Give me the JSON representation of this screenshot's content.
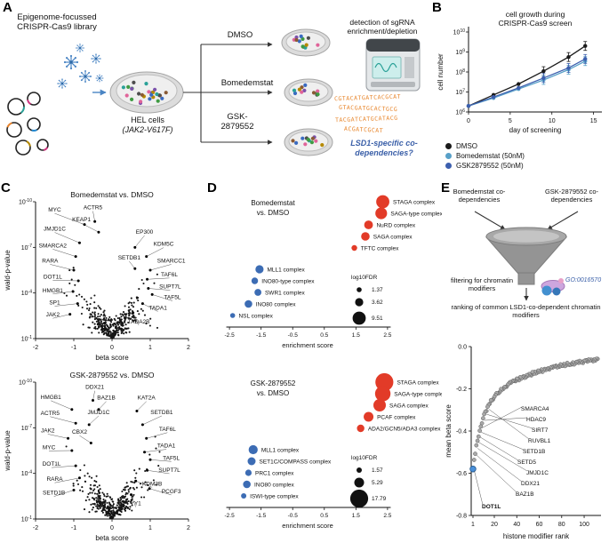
{
  "panels": {
    "a": "A",
    "b": "B",
    "c": "C",
    "d": "D",
    "e": "E"
  },
  "colors": {
    "virus": "#4a85c4",
    "sequence_text": "#e8872e",
    "lsd1_text": "#3a5fa8",
    "dot_positive": "#e23b28",
    "dot_negative": "#3c6cb4",
    "rank_highlight": "#4a90d9",
    "cell_palette": [
      "#3f9b42",
      "#3a6bc1",
      "#e0649a",
      "#8a5a34",
      "#2aa198",
      "#4d4d4d",
      "#b58900",
      "#7b52ab"
    ]
  },
  "panel_a": {
    "library_label": "Epigenome-focussed CRISPR-Cas9 library",
    "cells_name": "HEL cells",
    "cells_genotype": "(JAK2-V617F)",
    "arm_dmso": "DMSO",
    "arm_bomedemstat": "Bomedemstat",
    "arm_gsk_line1": "GSK-",
    "arm_gsk_line2": "2879552",
    "detection_label": "detection of sgRNA enrichment/depletion",
    "sequence_lines": [
      "CGTACATGATCACGCAT",
      "GTACGATGCACTGCG",
      "TACGATCATGCATACG",
      "ACGATCGCAT"
    ],
    "question_label": "LSD1-specific co-dependencies?"
  },
  "panel_e": {
    "bom_codep": "Bomedemstat co-dependencies",
    "gsk_codep": "GSK-2879552 co-dependencies",
    "filtering_label": "filtering for chromatin modifiers",
    "go_term": "GO:0016570",
    "ranking_label": "ranking of common LSD1-co-dependent chromatin modifiers"
  },
  "chart_data": [
    {
      "id": "growth",
      "type": "line",
      "title_line1": "cell growth during",
      "title_line2": "CRISPR-Cas9 screen",
      "xlabel": "day of screening",
      "ylabel": "cell number",
      "x_ticks": [
        0,
        5,
        10,
        15
      ],
      "xlim": [
        0,
        16
      ],
      "y_exp_ticks": [
        6,
        7,
        8,
        9,
        10
      ],
      "days": [
        0,
        3,
        6,
        9,
        12,
        14
      ],
      "series": [
        {
          "name": "DMSO",
          "color": "#1a1a1a",
          "values": [
            2000000,
            7100000,
            25000000,
            110000000,
            560000000,
            2000000000
          ]
        },
        {
          "name": "Bomedemstat (50nM)",
          "color": "#58a0c8",
          "values": [
            2000000,
            5000000,
            14000000,
            40000000,
            130000000,
            350000000
          ]
        },
        {
          "name": "GSK2879552 (50nM)",
          "color": "#3c5fae",
          "values": [
            2000000,
            5600000,
            16000000,
            50000000,
            160000000,
            450000000
          ]
        }
      ]
    },
    {
      "id": "volcano_bom",
      "type": "scatter",
      "subtype": "volcano",
      "title": "Bomedemstat vs. DMSO",
      "xlabel": "beta score",
      "ylabel": "wald-p-value",
      "xlim": [
        -2,
        2
      ],
      "x_ticks": [
        -2,
        -1,
        0,
        1,
        2
      ],
      "y_exp_ticks": [
        10,
        7,
        4,
        1
      ],
      "cloud": {
        "n": 330,
        "seed": 7
      },
      "genes": [
        {
          "name": "MYC",
          "point": [
            -0.72,
            8.5
          ],
          "label": [
            -1.5,
            9.35
          ]
        },
        {
          "name": "ACTR5",
          "point": [
            -0.45,
            8.7
          ],
          "label": [
            -0.5,
            9.5
          ]
        },
        {
          "name": "KEAP1",
          "point": [
            -0.35,
            8.0
          ],
          "label": [
            -0.8,
            8.7
          ]
        },
        {
          "name": "JMJD1C",
          "point": [
            -0.85,
            7.3
          ],
          "label": [
            -1.5,
            8.1
          ]
        },
        {
          "name": "SMARCA2",
          "point": [
            -0.95,
            6.4
          ],
          "label": [
            -1.55,
            7.0
          ]
        },
        {
          "name": "EP300",
          "point": [
            0.6,
            7.0
          ],
          "label": [
            0.85,
            7.9
          ]
        },
        {
          "name": "KDM5C",
          "point": [
            0.9,
            6.4
          ],
          "label": [
            1.35,
            7.1
          ]
        },
        {
          "name": "RARA",
          "point": [
            -1.0,
            5.5
          ],
          "label": [
            -1.62,
            6.0
          ]
        },
        {
          "name": "SETDB1",
          "point": [
            0.6,
            5.6
          ],
          "label": [
            0.45,
            6.2
          ]
        },
        {
          "name": "SMARCC1",
          "point": [
            1.0,
            5.5
          ],
          "label": [
            1.55,
            6.0
          ]
        },
        {
          "name": "DOT1L",
          "point": [
            -0.88,
            4.8
          ],
          "label": [
            -1.55,
            4.95
          ]
        },
        {
          "name": "TAF6L",
          "point": [
            0.92,
            4.9
          ],
          "label": [
            1.5,
            5.1
          ]
        },
        {
          "name": "HMGB1",
          "point": [
            -1.02,
            4.1
          ],
          "label": [
            -1.55,
            4.05
          ]
        },
        {
          "name": "SUPT7L",
          "point": [
            0.95,
            4.3
          ],
          "label": [
            1.52,
            4.3
          ]
        },
        {
          "name": "SP1",
          "point": [
            -0.9,
            3.3
          ],
          "label": [
            -1.5,
            3.25
          ]
        },
        {
          "name": "TAF5L",
          "point": [
            1.05,
            3.9
          ],
          "label": [
            1.58,
            3.6
          ]
        },
        {
          "name": "JAK2",
          "point": [
            -1.1,
            2.6
          ],
          "label": [
            -1.55,
            2.45
          ]
        },
        {
          "name": "TADA1",
          "point": [
            0.8,
            3.3
          ],
          "label": [
            1.2,
            2.9
          ]
        },
        {
          "name": "TADA2B",
          "point": [
            0.55,
            2.7
          ],
          "label": [
            0.7,
            2.0
          ]
        }
      ]
    },
    {
      "id": "volcano_gsk",
      "type": "scatter",
      "subtype": "volcano",
      "title": "GSK-2879552 vs. DMSO",
      "xlabel": "beta score",
      "ylabel": "wald-p-value",
      "xlim": [
        -2,
        2
      ],
      "x_ticks": [
        -2,
        -1,
        0,
        1,
        2
      ],
      "y_exp_ticks": [
        10,
        7,
        4,
        1
      ],
      "cloud": {
        "n": 330,
        "seed": 11
      },
      "genes": [
        {
          "name": "DDX21",
          "point": [
            -0.5,
            8.8
          ],
          "label": [
            -0.45,
            9.55
          ]
        },
        {
          "name": "BAZ1B",
          "point": [
            -0.35,
            8.2
          ],
          "label": [
            -0.15,
            8.85
          ]
        },
        {
          "name": "HMGB1",
          "point": [
            -1.05,
            8.2
          ],
          "label": [
            -1.6,
            8.9
          ]
        },
        {
          "name": "KAT2A",
          "point": [
            0.65,
            8.1
          ],
          "label": [
            0.9,
            8.85
          ]
        },
        {
          "name": "ACTR5",
          "point": [
            -0.95,
            7.3
          ],
          "label": [
            -1.62,
            7.85
          ]
        },
        {
          "name": "JMJD1C",
          "point": [
            -0.6,
            7.2
          ],
          "label": [
            -0.35,
            7.9
          ]
        },
        {
          "name": "SETDB1",
          "point": [
            0.8,
            7.2
          ],
          "label": [
            1.3,
            7.9
          ]
        },
        {
          "name": "JAK2",
          "point": [
            -1.15,
            6.3
          ],
          "label": [
            -1.68,
            6.7
          ]
        },
        {
          "name": "CBX2",
          "point": [
            -0.55,
            6.0
          ],
          "label": [
            -0.85,
            6.6
          ]
        },
        {
          "name": "TAF6L",
          "point": [
            0.9,
            6.3
          ],
          "label": [
            1.45,
            6.8
          ]
        },
        {
          "name": "MYC",
          "point": [
            -1.05,
            5.5
          ],
          "label": [
            -1.65,
            5.6
          ]
        },
        {
          "name": "TADA1",
          "point": [
            0.85,
            5.4
          ],
          "label": [
            1.42,
            5.7
          ]
        },
        {
          "name": "TAF5L",
          "point": [
            1.0,
            4.9
          ],
          "label": [
            1.55,
            4.9
          ]
        },
        {
          "name": "DOT1L",
          "point": [
            -0.95,
            4.5
          ],
          "label": [
            -1.58,
            4.5
          ]
        },
        {
          "name": "SUPT7L",
          "point": [
            0.92,
            4.2
          ],
          "label": [
            1.5,
            4.1
          ]
        },
        {
          "name": "RARA",
          "point": [
            -0.85,
            3.7
          ],
          "label": [
            -1.5,
            3.5
          ]
        },
        {
          "name": "KDM3B",
          "point": [
            0.62,
            3.5
          ],
          "label": [
            1.05,
            3.2
          ]
        },
        {
          "name": "SETD1B",
          "point": [
            -1.0,
            2.9
          ],
          "label": [
            -1.52,
            2.6
          ]
        },
        {
          "name": "PCGF3",
          "point": [
            0.98,
            3.0
          ],
          "label": [
            1.55,
            2.7
          ]
        },
        {
          "name": "YY1",
          "point": [
            0.5,
            2.6
          ],
          "label": [
            0.62,
            1.9
          ]
        }
      ]
    },
    {
      "id": "dot_bom",
      "type": "scatter",
      "subtype": "bubble",
      "title_line1": "Bomedemstat",
      "title_line2": "vs. DMSO",
      "xlabel": "enrichment score",
      "x_ticks": [
        -2.5,
        -1.5,
        -0.5,
        0.5,
        1.5,
        2.5
      ],
      "xlim": [
        -2.7,
        2.7
      ],
      "legend_title": "log10FDR",
      "legend_values": [
        1.37,
        3.62,
        9.51
      ],
      "rows": [
        {
          "name": "STAGA complex",
          "score": 2.35,
          "fdr": 9.51
        },
        {
          "name": "SAGA-type complex",
          "score": 2.3,
          "fdr": 7.5
        },
        {
          "name": "NuRD complex",
          "score": 1.9,
          "fdr": 4.2
        },
        {
          "name": "SAGA complex",
          "score": 1.8,
          "fdr": 4.0
        },
        {
          "name": "TFTC complex",
          "score": 1.45,
          "fdr": 1.8
        },
        {
          "name": "MLL1 complex",
          "score": -1.55,
          "fdr": 3.6
        },
        {
          "name": "INO80-type complex",
          "score": -1.7,
          "fdr": 2.4
        },
        {
          "name": "SWR1 complex",
          "score": -1.6,
          "fdr": 2.6
        },
        {
          "name": "INO80 complex",
          "score": -1.9,
          "fdr": 3.2
        },
        {
          "name": "NSL complex",
          "score": -2.4,
          "fdr": 1.37
        }
      ]
    },
    {
      "id": "dot_gsk",
      "type": "scatter",
      "subtype": "bubble",
      "title_line1": "GSK-2879552",
      "title_line2": "vs. DMSO",
      "xlabel": "enrichment score",
      "x_ticks": [
        -2.5,
        -1.5,
        -0.5,
        0.5,
        1.5,
        2.5
      ],
      "xlim": [
        -2.7,
        2.7
      ],
      "legend_title": "log10FDR",
      "legend_values": [
        1.57,
        5.29,
        17.79
      ],
      "rows": [
        {
          "name": "STAGA complex",
          "score": 2.4,
          "fdr": 17.79
        },
        {
          "name": "SAGA-type complex",
          "score": 2.35,
          "fdr": 13.0
        },
        {
          "name": "SAGA complex",
          "score": 2.25,
          "fdr": 8.5
        },
        {
          "name": "PCAF complex",
          "score": 1.9,
          "fdr": 5.29
        },
        {
          "name": "ADA2/GCN5/ADA3 complex",
          "score": 1.65,
          "fdr": 3.0
        },
        {
          "name": "MLL1 complex",
          "score": -1.75,
          "fdr": 4.5
        },
        {
          "name": "SET1C/COMPASS complex",
          "score": -1.8,
          "fdr": 3.5
        },
        {
          "name": "PRC1 complex",
          "score": -1.9,
          "fdr": 2.2
        },
        {
          "name": "INO80 complex",
          "score": -1.95,
          "fdr": 3.2
        },
        {
          "name": "ISWI-type complex",
          "score": -2.05,
          "fdr": 1.57
        }
      ]
    },
    {
      "id": "rank",
      "type": "scatter",
      "subtype": "rank",
      "xlabel": "histone modifier rank",
      "ylabel": "mean beta score",
      "x_ticks": [
        1,
        20,
        40,
        60,
        80,
        100
      ],
      "y_ticks": [
        0,
        -0.2,
        -0.4,
        -0.6,
        -0.8
      ],
      "n_points": 112,
      "highlight": {
        "name": "DOT1L",
        "rank": 1,
        "value": -0.58,
        "color": "#4a90d9"
      },
      "labels": [
        {
          "name": "SMARCA4",
          "rank": 8,
          "lx": 88,
          "ly": 82
        },
        {
          "name": "HDAC9",
          "rank": 10,
          "lx": 94,
          "ly": 94
        },
        {
          "name": "SIRT7",
          "rank": 12,
          "lx": 100,
          "ly": 106
        },
        {
          "name": "RUVBL1",
          "rank": 14,
          "lx": 96,
          "ly": 118
        },
        {
          "name": "SETD1B",
          "rank": 7,
          "lx": 90,
          "ly": 130
        },
        {
          "name": "SETD5",
          "rank": 6,
          "lx": 84,
          "ly": 142
        },
        {
          "name": "JMJD1C",
          "rank": 5,
          "lx": 94,
          "ly": 154
        },
        {
          "name": "DDX21",
          "rank": 4,
          "lx": 88,
          "ly": 166
        },
        {
          "name": "BAZ1B",
          "rank": 3,
          "lx": 82,
          "ly": 178
        },
        {
          "name": "DOT1L",
          "rank": 1,
          "lx": 44,
          "ly": 192,
          "bold": true
        }
      ]
    }
  ]
}
